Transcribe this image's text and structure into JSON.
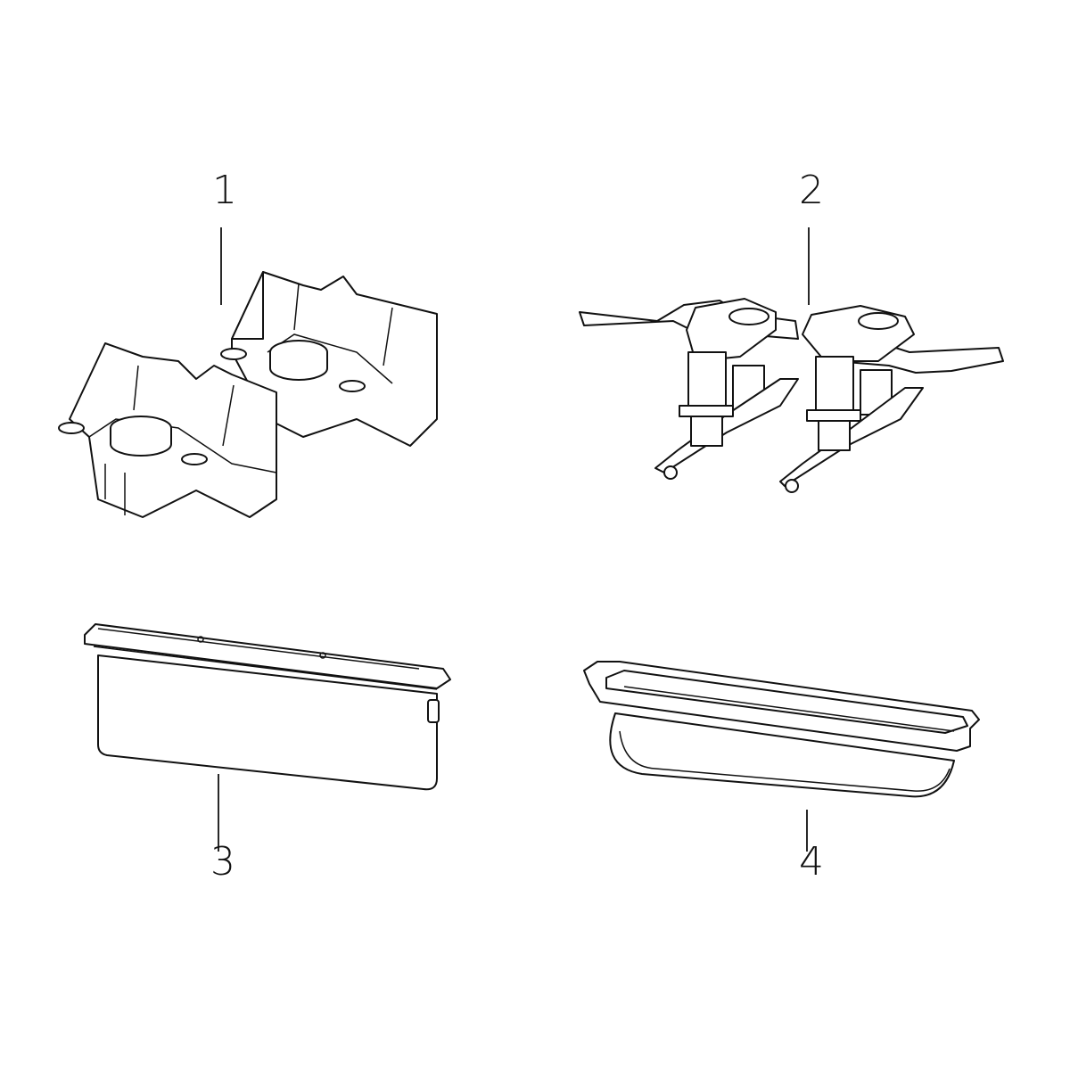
{
  "diagram": {
    "parts": [
      {
        "number": "1"
      },
      {
        "number": "2"
      },
      {
        "number": "3"
      },
      {
        "number": "4"
      }
    ]
  }
}
